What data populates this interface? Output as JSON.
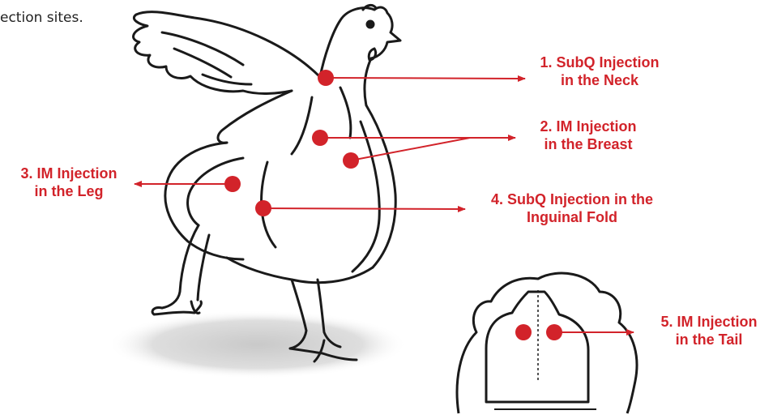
{
  "caption_fragment": "ection sites.",
  "colors": {
    "accent": "#d2232a",
    "outline": "#1a1a1a",
    "shadow": "#d6d6d6"
  },
  "sites": [
    {
      "line1": "1. SubQ Injection",
      "line2": "in the Neck"
    },
    {
      "line1": "2. IM Injection",
      "line2": "in the Breast"
    },
    {
      "line1": "3. IM Injection",
      "line2": "in the Leg"
    },
    {
      "line1": "4. SubQ Injection in the",
      "line2": "Inguinal Fold"
    },
    {
      "line1": "5. IM Injection",
      "line2": "in the Tail"
    }
  ]
}
